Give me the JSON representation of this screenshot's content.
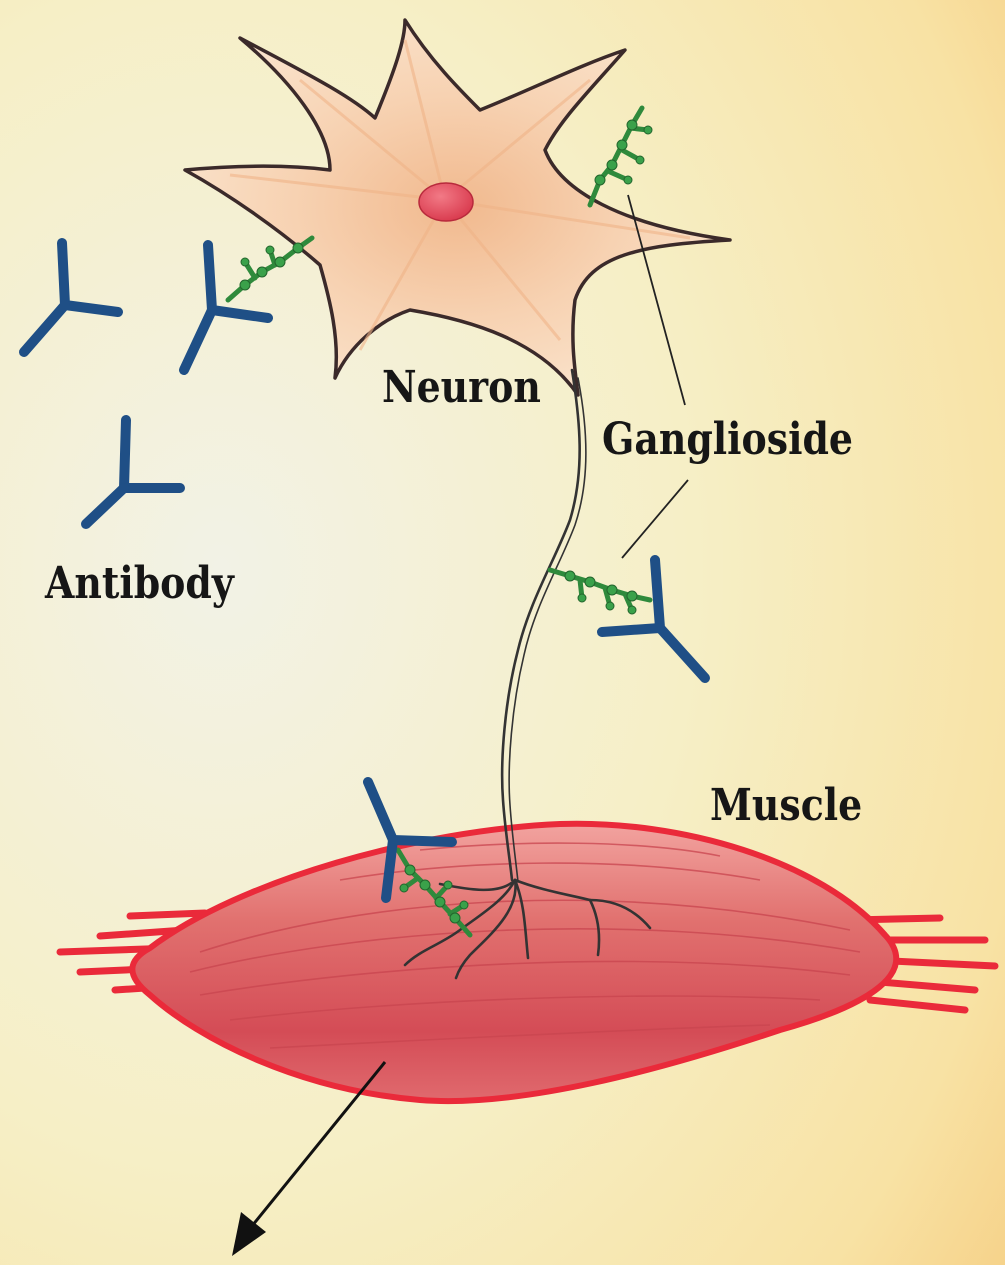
{
  "labels": {
    "neuron": "Neuron",
    "ganglioside": "Ganglioside",
    "antibody": "Antibody",
    "muscle": "Muscle"
  },
  "colors": {
    "background_light": "#f4f1dc",
    "background_warm": "#f7d78a",
    "neuron_fill": "#f6d3b3",
    "neuron_outline": "#3b2a2a",
    "nucleus": "#e0485a",
    "axon": "#333333",
    "ganglioside": "#2f8a3c",
    "antibody": "#1f4f86",
    "muscle_fill": "#d9525a",
    "muscle_outline": "#ea2a3a",
    "arrow": "#111111",
    "label_text": "#161616"
  }
}
